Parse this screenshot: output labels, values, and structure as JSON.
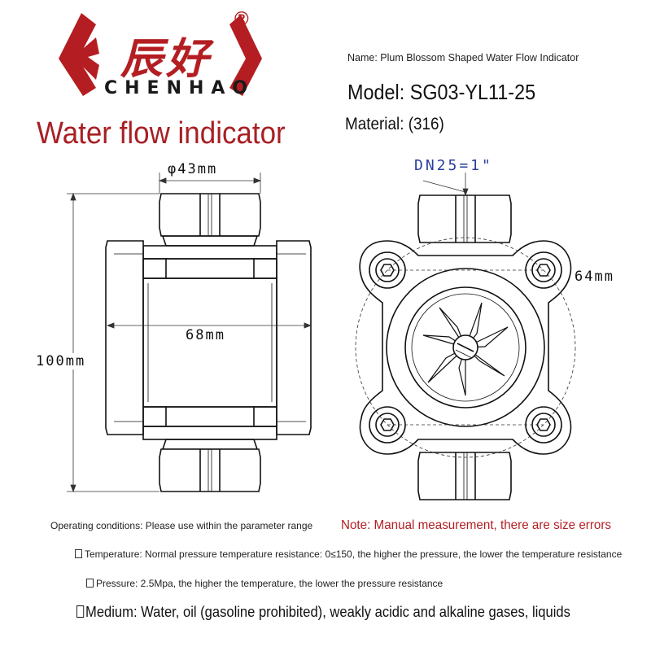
{
  "logo": {
    "cn_text": "辰好",
    "en_text": "CHENHAO",
    "registered": "®",
    "brand_color": "#b41e22"
  },
  "title": "Water flow indicator",
  "specs": {
    "name": "Name: Plum Blossom Shaped Water Flow Indicator",
    "model": "Model: SG03-YL11-25",
    "material": "Material: (316)"
  },
  "dimensions": {
    "top_diameter": "φ43mm",
    "width": "68mm",
    "height": "100mm",
    "flange": "64mm",
    "dn": "DN25=1\""
  },
  "notes": {
    "operating": "Operating conditions: Please use within the parameter range",
    "warning": "Note: Manual measurement, there are size errors",
    "temperature": "Temperature: Normal pressure temperature resistance: 0≤150, the higher the pressure, the lower the temperature resistance",
    "pressure": "Pressure: 2.5Mpa, the higher the temperature, the lower the pressure resistance",
    "medium": "Medium: Water, oil (gasoline prohibited), weakly acidic and alkaline gases, liquids"
  },
  "colors": {
    "accent": "#b41e22",
    "dn_blue": "#2a3f9e",
    "line": "#111111"
  }
}
